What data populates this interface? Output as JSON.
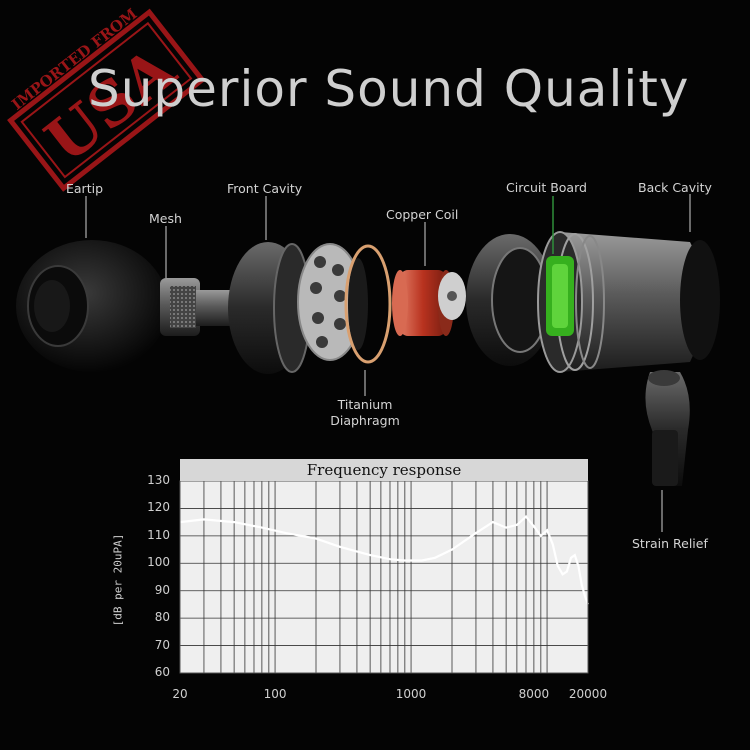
{
  "title": "Superior Sound Quality",
  "stamp": {
    "text_top": "IMPORTED FROM",
    "text_main": "USA",
    "color": "#b3181b"
  },
  "parts": {
    "eartip": "Eartip",
    "mesh": "Mesh",
    "front_cavity": "Front Cavity",
    "copper_coil": "Copper Coil",
    "circuit_board": "Circuit Board",
    "back_cavity": "Back Cavity",
    "titanium_diaphragm_line1": "Titanium",
    "titanium_diaphragm_line2": "Diaphragm",
    "strain_relief": "Strain Relief"
  },
  "colors": {
    "background": "#040404",
    "circuit_green": "#36b01e",
    "copper": "#c9462f",
    "grid_bg": "#efefef",
    "label_line": "#2e8f3a"
  },
  "chart_data": {
    "type": "line",
    "title": "Frequency response",
    "ylabel": "[dB per 20uPA]",
    "xlabel": "",
    "x_scale": "log",
    "xlim": [
      20,
      20000
    ],
    "ylim": [
      60,
      130
    ],
    "x_ticks": [
      20,
      100,
      1000,
      8000,
      20000
    ],
    "x_tick_labels": [
      "20",
      "100",
      "1000",
      "8000",
      "20000"
    ],
    "y_ticks": [
      60,
      70,
      80,
      90,
      100,
      110,
      120,
      130
    ],
    "series": [
      {
        "x": [
          20,
          30,
          50,
          80,
          120,
          200,
          300,
          500,
          700,
          900,
          1200,
          1500,
          2000,
          3000,
          4000,
          5000,
          6000,
          7000,
          8000,
          9000,
          10000,
          11000,
          12000,
          13000,
          14000,
          15000,
          16000,
          17000,
          18000,
          19000,
          20000
        ],
        "y": [
          115,
          116,
          115,
          113,
          111,
          109,
          106,
          103,
          101.5,
          101,
          101,
          102,
          105,
          111,
          115,
          113,
          114,
          117,
          113.5,
          110,
          112,
          107,
          99,
          96,
          97,
          102,
          103,
          99,
          92,
          88,
          85
        ]
      }
    ]
  }
}
